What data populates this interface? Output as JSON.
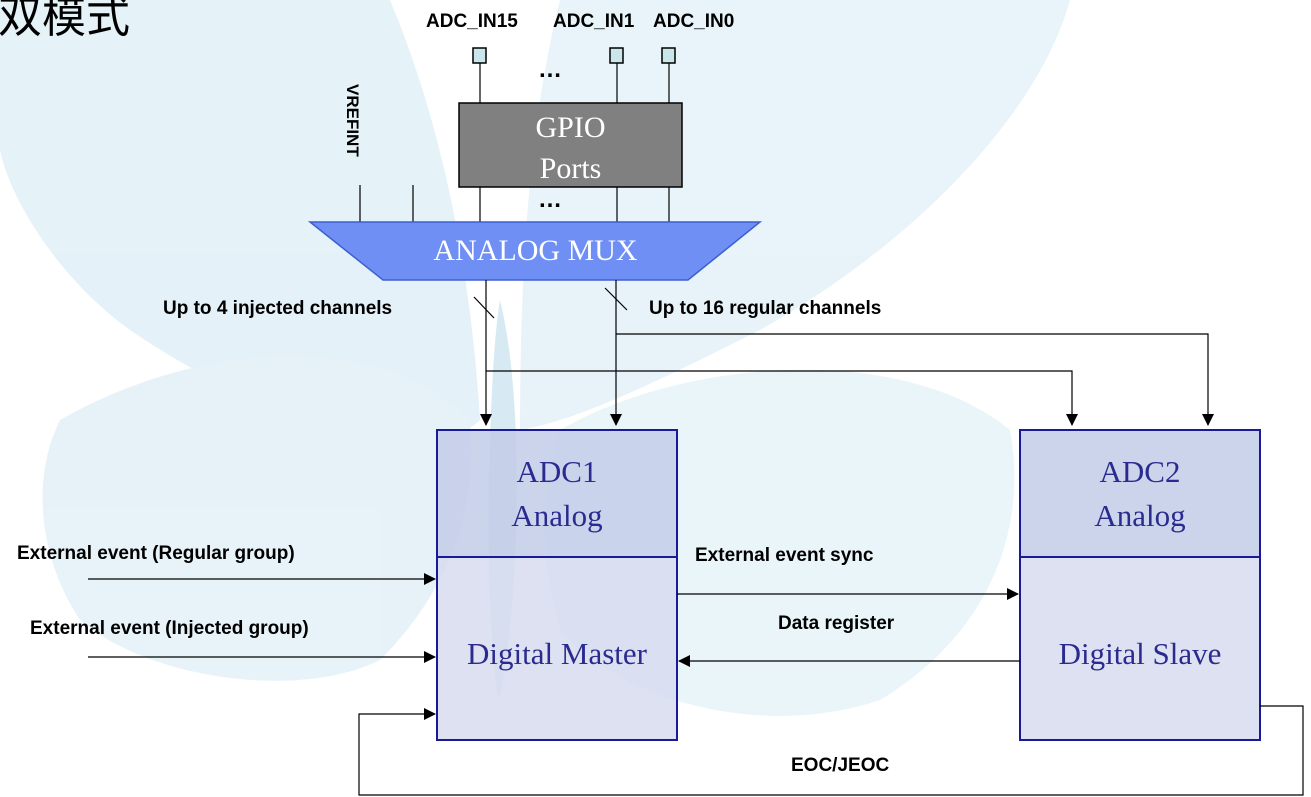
{
  "slide": {
    "title": "双模式"
  },
  "pins": {
    "in15": "ADC_IN15",
    "in1": "ADC_IN1",
    "in0": "ADC_IN0",
    "ellipsis_top": "…",
    "ellipsis_bottom": "…",
    "vrefint": "VREFINT"
  },
  "gpio": {
    "line1": "GPIO",
    "line2": "Ports"
  },
  "mux": {
    "label": "ANALOG MUX"
  },
  "buses": {
    "injected": "Up to 4 injected channels",
    "regular": "Up to 16 regular channels"
  },
  "adc1": {
    "analog_line1": "ADC1",
    "analog_line2": "Analog",
    "digital": "Digital Master"
  },
  "adc2": {
    "analog_line1": "ADC2",
    "analog_line2": "Analog",
    "digital": "Digital Slave"
  },
  "signals": {
    "ext_regular": "External event  (Regular group)",
    "ext_injected": "External event  (Injected group)",
    "ext_sync": "External event sync",
    "data_register": "Data register",
    "eoc": "EOC/JEOC"
  },
  "colors": {
    "gpio_fill": "#808080",
    "mux_fill": "#6f8ff5",
    "adc_border": "#1a1a99",
    "adc_analog_fill": "#c3cde8",
    "adc_digital_fill": "#d7dcee",
    "pin_fill": "#c9e6ea",
    "backdrop": "#dfeff7"
  }
}
